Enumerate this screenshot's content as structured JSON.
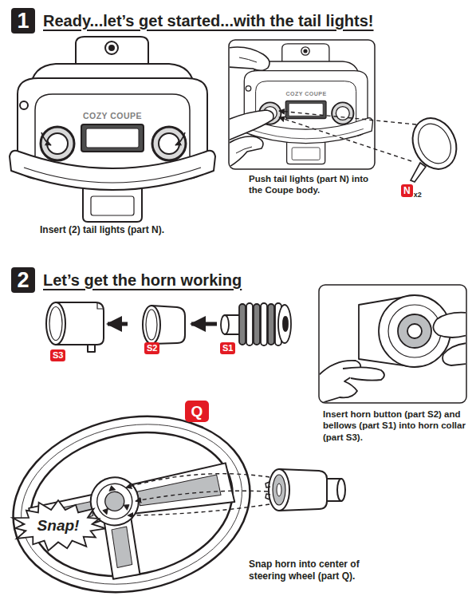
{
  "diagram": {
    "nodes": [
      {
        "text": [
          "1",
          "Ready...let’s get started...with the tail lights!"
        ]
      },
      {
        "text": [
          "N",
          "x2"
        ]
      },
      {
        "text": [
          "2",
          "Let’s get the horn working"
        ]
      },
      {
        "text": [
          "S3"
        ]
      },
      {
        "text": [
          "S2"
        ]
      },
      {
        "text": [
          "S1"
        ]
      },
      {
        "text": [
          "Q"
        ]
      },
      {
        "text": [
          "Snap!"
        ]
      }
    ],
    "edges": [
      {
        "from": 5,
        "to": 4,
        "arrow": "to"
      },
      {
        "from": 4,
        "to": 3,
        "arrow": "to"
      }
    ],
    "labels": [
      "Insert (2) tail lights (part N).",
      "Push tail lights (part N) into the Coupe body.",
      "Insert horn button (part S2) and bellows (part S1) into horn collar (part S3).",
      "Snap horn into center of steering wheel (part Q).",
      "COZY COUPE",
      "COZY COUPE"
    ]
  }
}
